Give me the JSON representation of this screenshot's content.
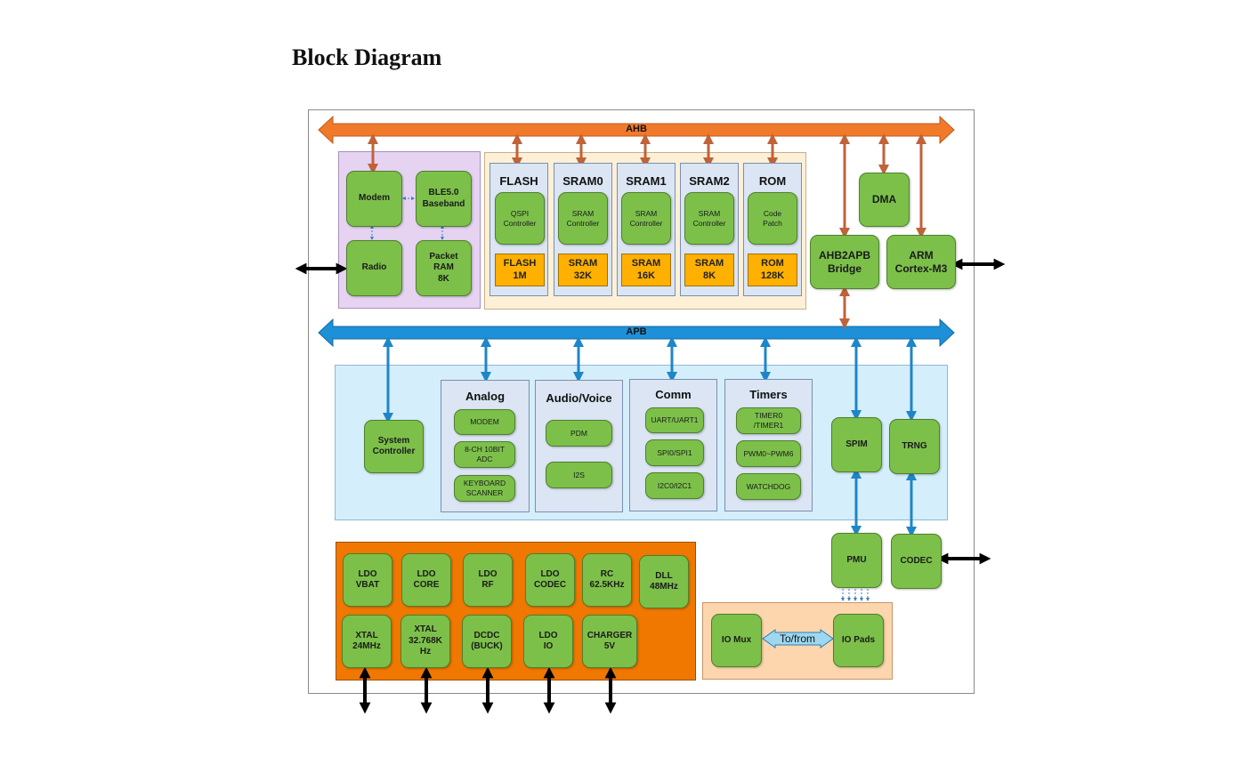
{
  "page": {
    "title": "Block Diagram"
  },
  "buses": {
    "ahb": "AHB",
    "apb": "APB"
  },
  "radio_block": {
    "modem": "Modem",
    "ble": "BLE5.0\nBaseband",
    "radio": "Radio",
    "packet_ram": "Packet\nRAM\n8K"
  },
  "memory": [
    {
      "title": "FLASH",
      "controller": "QSPI\nController",
      "size": "FLASH\n1M"
    },
    {
      "title": "SRAM0",
      "controller": "SRAM\nController",
      "size": "SRAM\n32K"
    },
    {
      "title": "SRAM1",
      "controller": "SRAM\nController",
      "size": "SRAM\n16K"
    },
    {
      "title": "SRAM2",
      "controller": "SRAM\nController",
      "size": "SRAM\n8K"
    },
    {
      "title": "ROM",
      "controller": "Code\nPatch",
      "size": "ROM\n128K"
    }
  ],
  "cpu": {
    "dma": "DMA",
    "bridge": "AHB2APB\nBridge",
    "arm": "ARM\nCortex-M3"
  },
  "system_controller": "System\nController",
  "analog": {
    "title": "Analog",
    "items": [
      "MODEM",
      "8-CH 10BIT\nADC",
      "KEYBOARD\nSCANNER"
    ]
  },
  "audio": {
    "title": "Audio/Voice",
    "items": [
      "PDM",
      "I2S"
    ]
  },
  "comm": {
    "title": "Comm",
    "items": [
      "UART/UART1",
      "SPI0/SPI1",
      "I2C0/I2C1"
    ]
  },
  "timers": {
    "title": "Timers",
    "items": [
      "TIMER0\n/TIMER1",
      "PWM0~PWM6",
      "WATCHDOG"
    ]
  },
  "periph": {
    "spim": "SPIM",
    "trng": "TRNG",
    "pmu": "PMU",
    "codec": "CODEC"
  },
  "power": {
    "row1": [
      "LDO\nVBAT",
      "LDO\nCORE",
      "LDO\nRF",
      "LDO\nCODEC",
      "RC\n62.5KHz",
      "DLL\n48MHz"
    ],
    "row2": [
      "XTAL\n24MHz",
      "XTAL\n32.768K\nHz",
      "DCDC\n(BUCK)",
      "LDO\nIO",
      "CHARGER\n5V"
    ]
  },
  "io": {
    "mux": "IO Mux",
    "to_from": "To/from",
    "pads": "IO Pads"
  },
  "colors": {
    "ahb": "#f07a2a",
    "apb": "#1e90d8",
    "block_green": "#7cc04a",
    "mem_orange": "#ffb000",
    "power_bg": "#f07800",
    "radio_bg": "#e6d3f2",
    "memory_bg": "#fdf0d6",
    "apb_region_bg": "#d5eefb",
    "io_bg": "#fdd6ae",
    "column_bg": "#dbe5f3"
  }
}
